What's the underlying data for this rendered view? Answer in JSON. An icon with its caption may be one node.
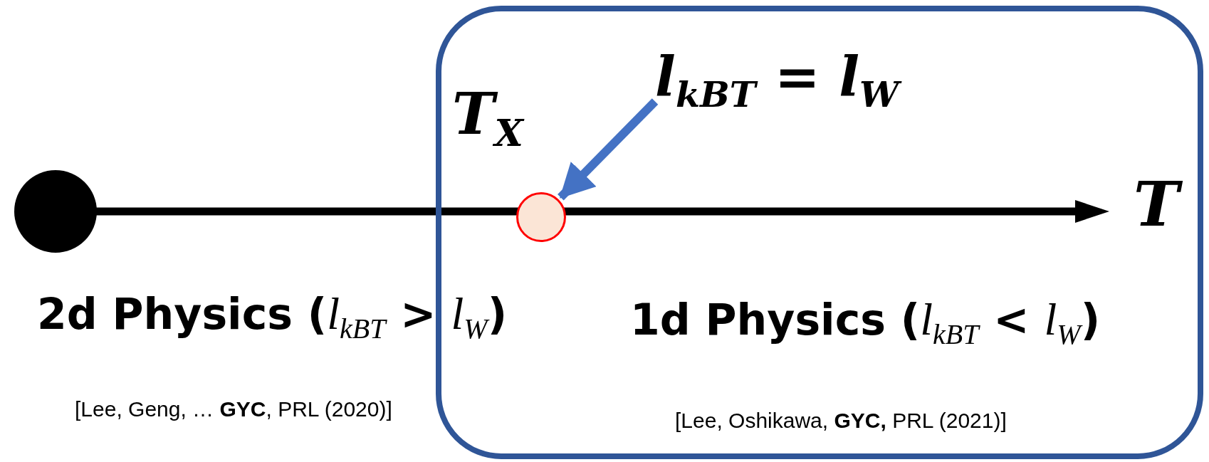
{
  "diagram": {
    "nodes": [
      {
        "text": [],
        "shape": "circle"
      },
      {
        "text": [
          "1d Physics (*l*$_{kBT}$ < *l*$_{W}$)",
          "[Lee, Oshikawa, **GYC,** PRL (2021)]"
        ]
      },
      {
        "text": [],
        "shape": "circle",
        "in": 1,
        "beside": [
          "T$_{X}$"
        ]
      },
      {
        "text": [
          "*l*$_{kBT}$ = *l*$_{W}$"
        ],
        "in": 1
      }
    ],
    "edges": [
      {
        "from": 3,
        "to": 2,
        "arrow": "to"
      }
    ],
    "labels": [
      "T",
      "2d Physics (*l*$_{kBT}$ > *l*$_{W}$)",
      "[Lee, Geng, … **GYC**, PRL (2020)]"
    ]
  }
}
